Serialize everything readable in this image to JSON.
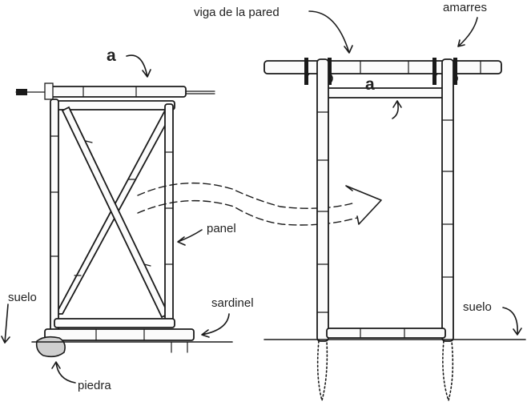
{
  "labels": {
    "viga": "viga de la pared",
    "amarres": "amarres",
    "a_left": "a",
    "a_right": "a",
    "panel": "panel",
    "sardinel": "sardinel",
    "suelo_left": "suelo",
    "suelo_right": "suelo",
    "piedra": "piedra"
  }
}
